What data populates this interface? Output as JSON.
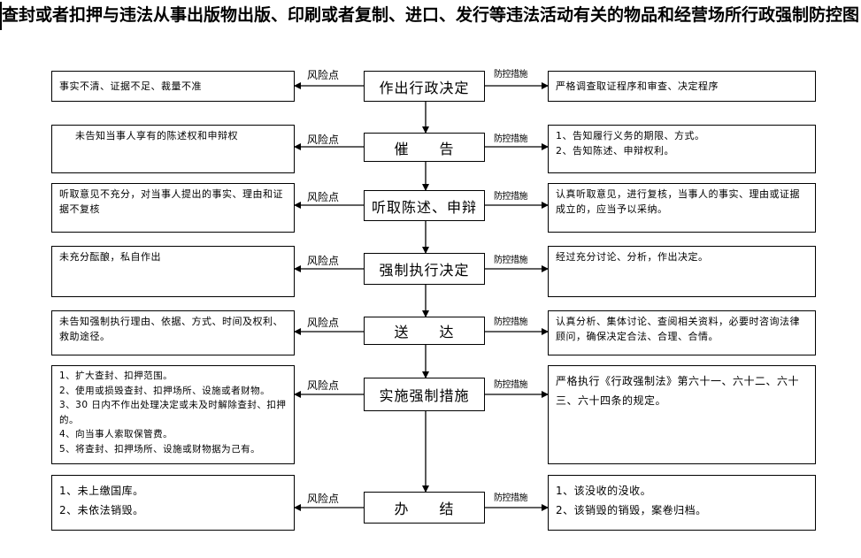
{
  "title": "查封或者扣押与违法从事出版物出版、印刷或者复制、进口、发行等违法活动有关的物品和经营场所行政强制防控图",
  "risk_label": "风险点",
  "control_label": "防控措施",
  "steps": [
    {
      "name": "作出行政决定",
      "risk": "事实不清、证据不足、裁量不准",
      "control": "严格调查取证程序和审查、决定程序"
    },
    {
      "name": "催　　告",
      "risk": "未告知当事人享有的陈述权和申辩权",
      "control": "1、告知履行义务的期限、方式。\n2、告知陈述、申辩权利。"
    },
    {
      "name": "听取陈述、申辩",
      "risk": "听取意见不充分，对当事人提出的事实、理由和证据不复核",
      "control": "认真听取意见，进行复核，当事人的事实、理由或证据成立的，应当予以采纳。"
    },
    {
      "name": "强制执行决定",
      "risk": "未充分酝酿，私自作出",
      "control": "经过充分讨论、分析，作出决定。"
    },
    {
      "name": "送　　达",
      "risk": "未告知强制执行理由、依据、方式、时间及权利、救助途径。",
      "control": "认真分析、集体讨论、查阅相关资料，必要时咨询法律顾问，确保决定合法、合理、合情。"
    },
    {
      "name": "实施强制措施",
      "risk": "1、扩大查封、扣押范围。\n2、使用或损毁查封、扣押场所、设施或者财物。\n3、30 日内不作出处理决定或未及时解除查封、扣押的。\n4、向当事人索取保管费。\n5、将查封、扣押场所、设施或财物据为己有。",
      "control": "严格执行《行政强制法》第六十一、六十二、六十三、六十四条的规定。"
    },
    {
      "name": "办　　结",
      "risk": "1、未上缴国库。\n2、未依法销毁。",
      "control": "1、该没收的没收。\n2、该销毁的销毁，案卷归档。"
    }
  ]
}
